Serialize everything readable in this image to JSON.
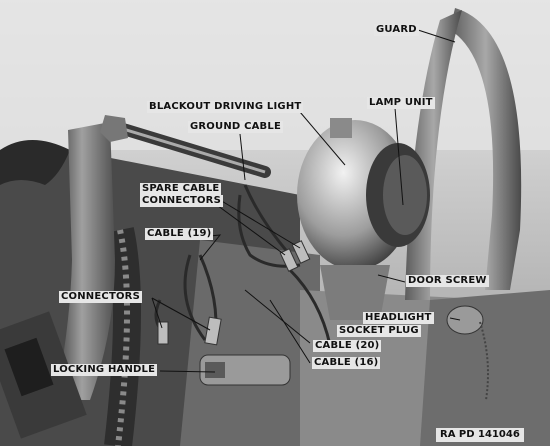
{
  "labels": {
    "guard": "GUARD",
    "blackout_driving_light": "BLACKOUT DRIVING LIGHT",
    "lamp_unit": "LAMP UNIT",
    "ground_cable": "GROUND CABLE",
    "spare_cable_connectors_1": "SPARE CABLE",
    "spare_cable_connectors_2": "CONNECTORS",
    "cable_19": "CABLE (19)",
    "door_screw": "DOOR SCREW",
    "connectors": "CONNECTORS",
    "headlight_socket_plug_1": "HEADLIGHT",
    "headlight_socket_plug_2": "SOCKET PLUG",
    "cable_20": "CABLE (20)",
    "cable_16": "CABLE (16)",
    "locking_handle": "LOCKING HANDLE"
  },
  "plate": "RA PD 141046"
}
